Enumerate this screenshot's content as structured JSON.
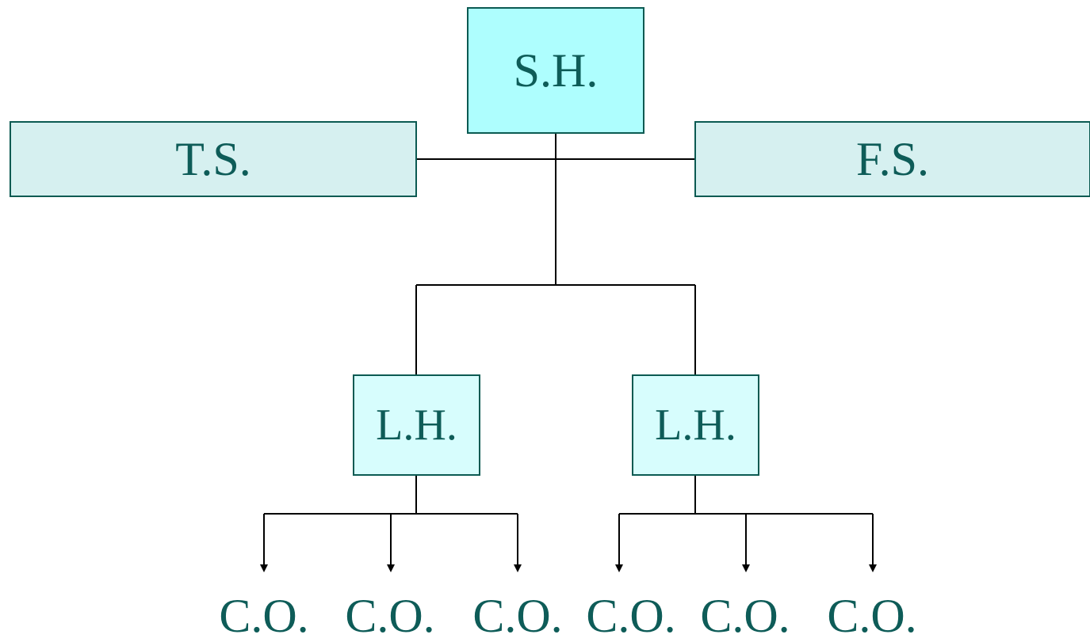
{
  "diagram": {
    "root": {
      "label": "S.H."
    },
    "side_left": {
      "label": "T.S."
    },
    "side_right": {
      "label": "F.S."
    },
    "branches": [
      {
        "label": "L.H.",
        "children": [
          "C.O.",
          "C.O.",
          "C.O."
        ]
      },
      {
        "label": "L.H.",
        "children": [
          "C.O.",
          "C.O.",
          "C.O."
        ]
      }
    ],
    "colors": {
      "root_fill": "#aefefe",
      "side_fill": "#d6f0f0",
      "branch_fill": "#d7fdfd",
      "border": "#0b5a52",
      "text": "#0e5c58",
      "line": "#000000"
    }
  }
}
